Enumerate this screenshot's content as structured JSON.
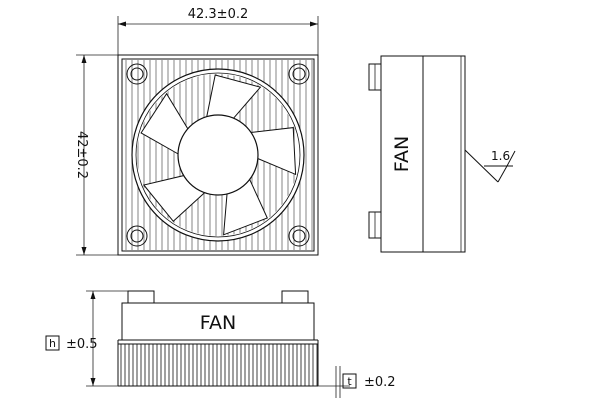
{
  "drawing": {
    "width_dimension": "42.3±0.2",
    "height_dimension": "42±0.2",
    "side_label": "FAN",
    "bottom_label": "FAN",
    "surface_roughness": "1.6",
    "height_symbol": "h",
    "height_tolerance": "±0.5",
    "thickness_symbol": "t",
    "thickness_tolerance": "±0.2"
  },
  "colors": {
    "line": "#111111",
    "background": "#ffffff"
  }
}
